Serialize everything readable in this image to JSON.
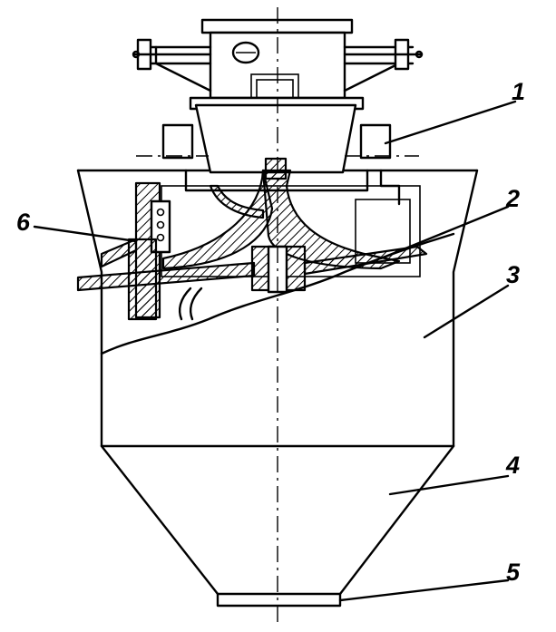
{
  "labels": [
    {
      "id": "part-1",
      "text": "1"
    },
    {
      "id": "part-2",
      "text": "2"
    },
    {
      "id": "part-3",
      "text": "3"
    },
    {
      "id": "part-4",
      "text": "4"
    },
    {
      "id": "part-5",
      "text": "5"
    },
    {
      "id": "part-6",
      "text": "6"
    }
  ]
}
